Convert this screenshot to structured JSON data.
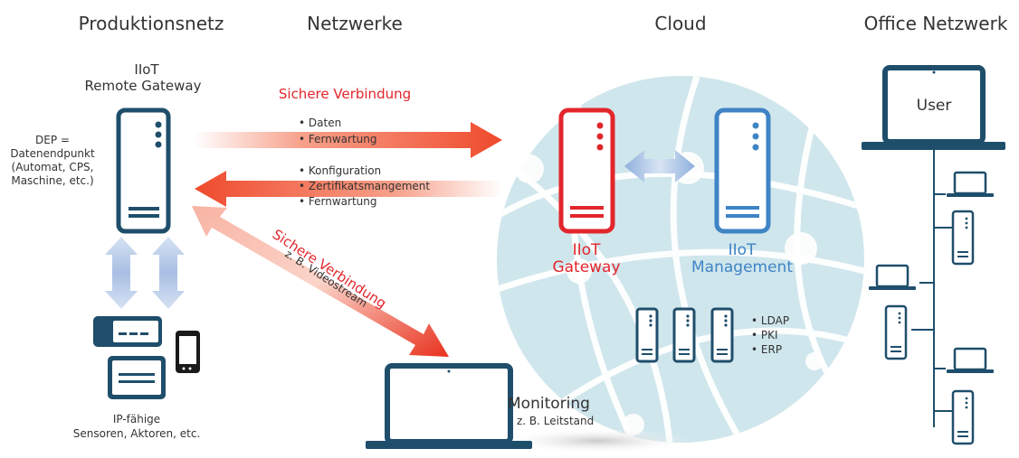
{
  "columns": {
    "production": "Produktionsnetz",
    "networks": "Netzwerke",
    "cloud": "Cloud",
    "office": "Office Netzwerk"
  },
  "remote_gateway": {
    "line1": "IIoT",
    "line2": "Remote Gateway"
  },
  "dep": {
    "line1": "DEP =",
    "line2": "Datenendpunkt",
    "line3": "(Automat, CPS,",
    "line4": "Maschine, etc.)"
  },
  "secure_connection_top": {
    "title": "Sichere Verbindung",
    "item1": "• Daten",
    "item2": "• Fernwartung"
  },
  "return_flow": {
    "item1": "• Konfiguration",
    "item2": "• Zertifikatsmangement",
    "item3": "• Fernwartung"
  },
  "secure_connection_diag": {
    "title": "Sichere Verbindung",
    "subtitle": "z. B. Videostream"
  },
  "iiot_gateway": {
    "line1": "IIoT",
    "line2": "Gateway"
  },
  "iiot_management": {
    "line1": "IIoT",
    "line2": "Management"
  },
  "services": {
    "item1": "• LDAP",
    "item2": "• PKI",
    "item3": "• ERP"
  },
  "monitoring": {
    "title": "Monitoring",
    "subtitle": "z. B. Leitstand"
  },
  "sensors": {
    "line1": "IP-fähige",
    "line2": "Sensoren, Aktoren, etc."
  },
  "office_user": {
    "label": "User"
  },
  "colors": {
    "navy": "#1f4e6b",
    "red": "#e2262b",
    "blue": "#3f84c5",
    "cloud": "#cfe6ec",
    "arrow_blue": "#9db6dc",
    "text": "#333333"
  }
}
